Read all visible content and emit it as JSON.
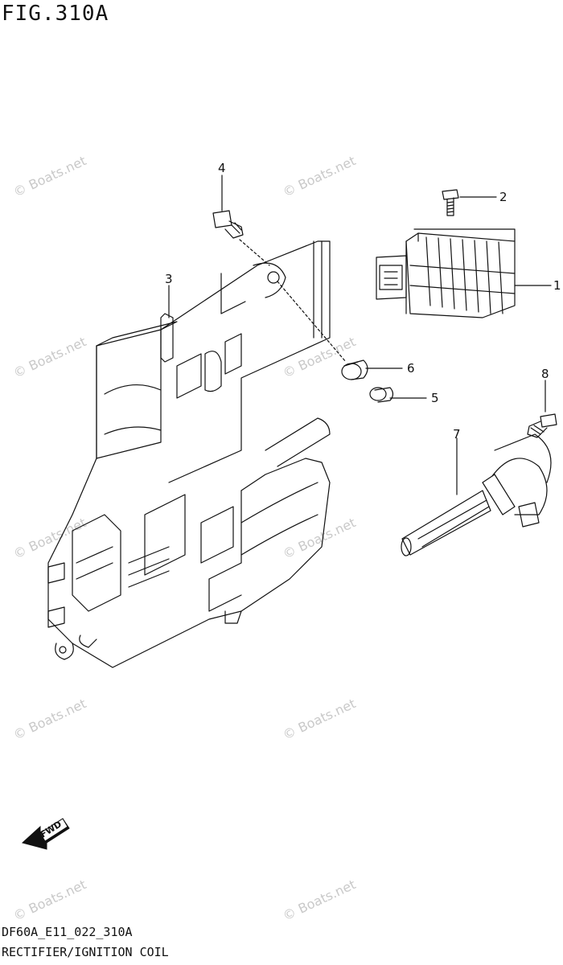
{
  "figure": {
    "title": "FIG.310A",
    "code": "DF60A_E11_022_310A",
    "name": "RECTIFIER/IGNITION COIL"
  },
  "callouts": [
    "1",
    "2",
    "3",
    "4",
    "5",
    "6",
    "7",
    "8"
  ],
  "fwd_label": "FWD",
  "watermark": "© Boats.net",
  "colors": {
    "line": "#111111",
    "watermark": "#c9c9c9"
  }
}
